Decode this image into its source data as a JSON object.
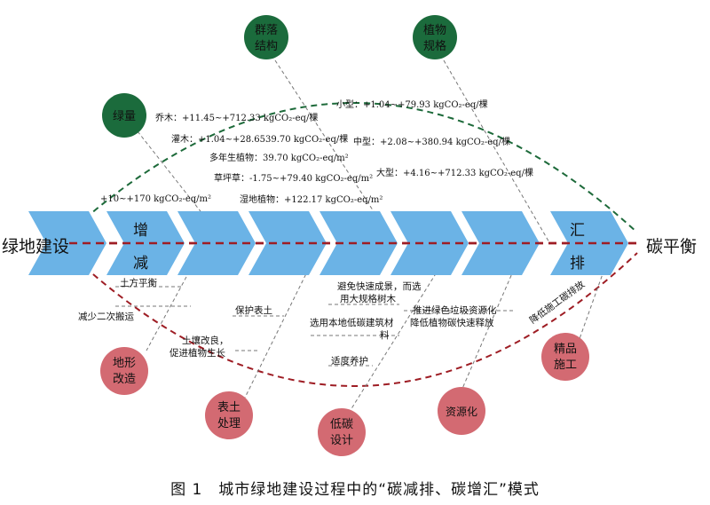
{
  "left_label": "绿地建设",
  "right_label": "碳平衡",
  "increase_label": [
    "增",
    "减"
  ],
  "reduce_label": [
    "汇",
    "排"
  ],
  "green_nodes": [
    {
      "lines": [
        "绿量"
      ]
    },
    {
      "lines": [
        "群落",
        "结构"
      ]
    },
    {
      "lines": [
        "植物",
        "规格"
      ]
    }
  ],
  "red_nodes": [
    {
      "lines": [
        "地形",
        "改造"
      ]
    },
    {
      "lines": [
        "表土",
        "处理"
      ]
    },
    {
      "lines": [
        "低碳",
        "设计"
      ]
    },
    {
      "lines": [
        "资源化"
      ]
    },
    {
      "lines": [
        "精品",
        "施工"
      ]
    }
  ],
  "upper_texts": [
    "乔木：+11.45~+712.33 kgCO₂-eq/棵",
    "灌木：+1.04~+28.6539.70 kgCO₂-eq/棵",
    "多年生植物：39.70 kgCO₂-eq/m²",
    "草坪草：-1.75~+79.40 kgCO₂-eq/m²",
    "湿地植物：+122.17 kgCO₂-eq/m²",
    "+10~+170 kgCO₂-eq/m²",
    "小型：+1.04~+79.93 kgCO₂-eq/棵",
    "中型：+2.08~+380.94 kgCO₂-eq/棵",
    "大型：+4.16~+712.33 kgCO₂-eq/棵"
  ],
  "lower_texts": [
    "土方平衡",
    "减少二次搬运",
    "保护表土",
    "土壤改良，",
    "促进植物生长",
    "避免快速成景，而选",
    "用大规格树木",
    "选用本地低碳建筑材",
    "料",
    "适度养护",
    "推进绿色垃圾资源化",
    "降低植物碳快速释放",
    "降低施工碳排放"
  ],
  "caption": "图 1　城市绿地建设过程中的“碳减排、碳增汇”模式",
  "colors": {
    "green_node": "#1b6b3c",
    "red_node": "#d36a72",
    "chevron": "#6bb3e6",
    "dashed_green": "#1d6a3a",
    "dashed_red": "#9e1d24"
  }
}
